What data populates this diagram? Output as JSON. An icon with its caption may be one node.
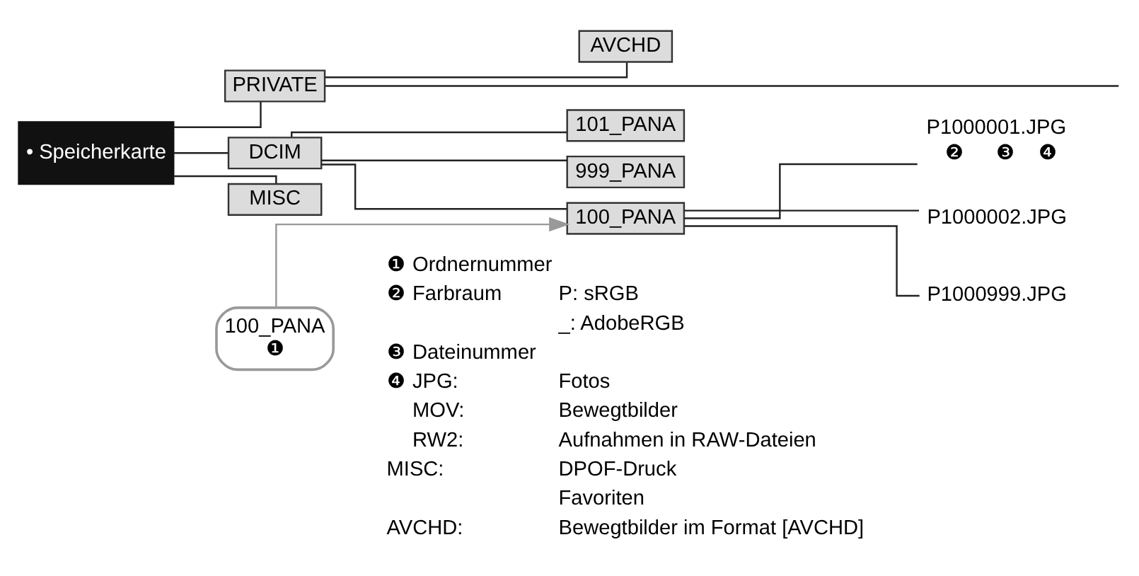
{
  "diagram": {
    "nodes": [
      {
        "text": [
          "• Speicherkarte"
        ]
      },
      {
        "text": [
          "DCIM"
        ]
      },
      {
        "text": [
          "100_PANA"
        ]
      },
      {
        "text": [
          "P1000001.JPG"
        ],
        "beside": [
          "❷",
          "❸",
          "❹"
        ]
      },
      {
        "text": [
          "P1000002.JPG"
        ]
      },
      {
        "text": [
          "P1000999.JPG"
        ]
      },
      {
        "text": [
          "101_PANA"
        ]
      },
      {
        "text": [
          "999_PANA"
        ]
      },
      {
        "text": [
          "MISC"
        ]
      },
      {
        "text": [
          "PRIVATE"
        ]
      },
      {
        "text": [
          "AVCHD"
        ]
      },
      {
        "text": [
          "100_PANA",
          "❶"
        ]
      }
    ],
    "edges": [
      {
        "from": 0,
        "to": 1,
        "arrow": "none"
      },
      {
        "from": 1,
        "to": 2,
        "arrow": "none"
      },
      {
        "from": 2,
        "to": 3,
        "arrow": "none"
      },
      {
        "from": 2,
        "to": 4,
        "arrow": "none"
      },
      {
        "from": 2,
        "to": 5,
        "arrow": "none"
      },
      {
        "from": 1,
        "to": 6,
        "arrow": "none"
      },
      {
        "from": 1,
        "to": 7,
        "arrow": "none"
      },
      {
        "from": 0,
        "to": 8,
        "arrow": "none"
      },
      {
        "from": 0,
        "to": 9,
        "arrow": "none"
      },
      {
        "from": 9,
        "to": 10,
        "arrow": "none"
      },
      {
        "from": 9,
        "to": null,
        "arrow": "none"
      },
      {
        "from": 11,
        "to": 2,
        "arrow": "to",
        "color": "#999999"
      }
    ],
    "labels": [
      "❶",
      "Ordnernummer",
      "❷",
      "Farbraum",
      "P: sRGB",
      "_: AdobeRGB",
      "❸",
      "Dateinummer",
      "❹",
      "JPG:",
      "Fotos",
      "MOV:",
      "Bewegtbilder",
      "RW2:",
      "Aufnahmen in RAW-Dateien",
      "MISC:",
      "DPOF-Druck",
      "Favoriten",
      "AVCHD:",
      "Bewegtbilder im Format [AVCHD]"
    ]
  }
}
